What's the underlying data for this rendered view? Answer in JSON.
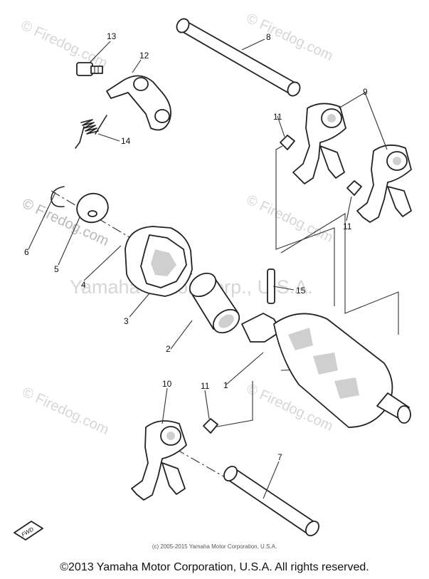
{
  "watermarks": {
    "site": "© Firedog.com",
    "center": "Yamaha Motor Corp., U.S.A."
  },
  "callouts": {
    "c1": "1",
    "c2": "2",
    "c3": "3",
    "c4": "4",
    "c5": "5",
    "c6": "6",
    "c7": "7",
    "c8": "8",
    "c9": "9",
    "c10": "10",
    "c11a": "11",
    "c11b": "11",
    "c11c": "11",
    "c12": "12",
    "c13": "13",
    "c14": "14",
    "c15": "15"
  },
  "fwd_label": "FWD",
  "copyright_small": "(c) 2005-2015 Yamaha Motor Corporation, U.S.A.",
  "copyright_main": "©2013 Yamaha Motor Corporation, U.S.A. All rights reserved."
}
